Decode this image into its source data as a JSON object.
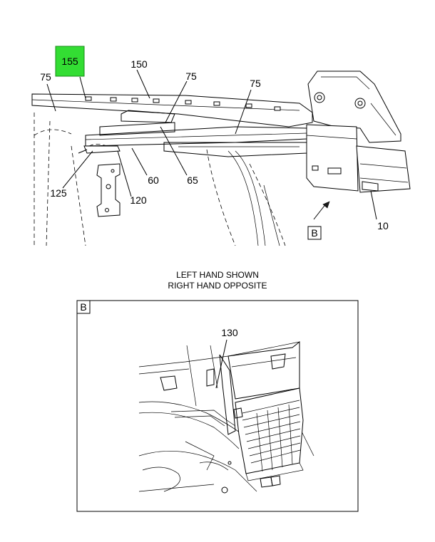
{
  "highlight_color": "#33dd33",
  "callouts": {
    "c155": "155",
    "c150": "150",
    "c75a": "75",
    "c75b": "75",
    "c75c": "75",
    "c60": "60",
    "c65": "65",
    "c120": "120",
    "c125": "125",
    "c10": "10",
    "detail_ref": "B",
    "c130": "130"
  },
  "caption": {
    "line1": "LEFT HAND SHOWN",
    "line2": "RIGHT HAND OPPOSITE"
  },
  "detail": {
    "label": "B"
  }
}
